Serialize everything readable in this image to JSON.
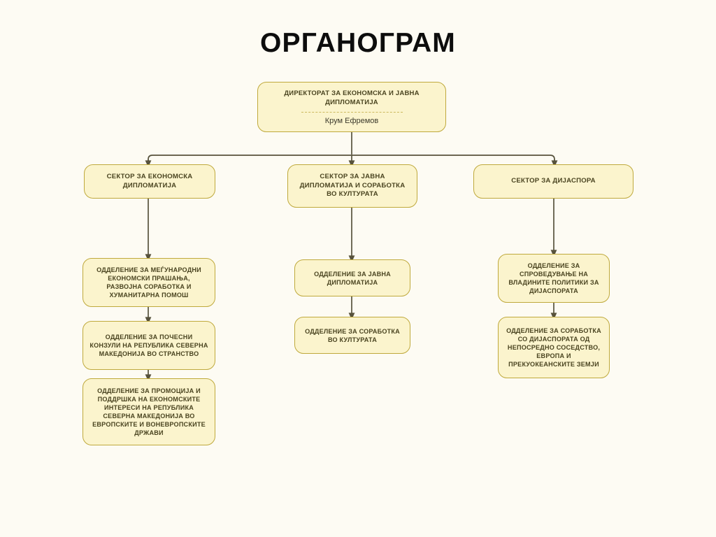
{
  "page": {
    "title": "ОРГАНОГРАМ",
    "background_color": "#fdfbf3",
    "node_fill_color": "#fbf4cd",
    "node_border_color": "#bfa93c",
    "connector_color": "#57523c",
    "title_color": "#0d0d0d",
    "node_text_color": "#4a4420"
  },
  "org": {
    "root": {
      "title": "ДИРЕКТОРАТ ЗА ЕКОНОМСКА И ЈАВНА ДИПЛОМАТИЈА",
      "person": "Крум Ефремов"
    },
    "sectors": [
      {
        "id": "economic-diplomacy",
        "title": "СЕКТОР ЗА ЕКОНОМСКА ДИПЛОМАТИЈА",
        "departments": [
          {
            "id": "international-economic-affairs",
            "title": "ОДДЕЛЕНИЕ ЗА МЕЃУНАРОДНИ ЕКОНОМСКИ ПРАШАЊА, РАЗВОЈНА СОРАБОТКА И ХУМАНИТАРНА ПОМОШ"
          },
          {
            "id": "honorary-consuls",
            "title": "ОДДЕЛЕНИЕ ЗА ПОЧЕСНИ КОНЗУЛИ НА РЕПУБЛИКА СЕВЕРНА МАКЕДОНИЈА ВО СТРАНСТВО"
          },
          {
            "id": "promotion-economic-interests",
            "title": "ОДДЕЛЕНИЕ ЗА ПРОМОЦИЈА И ПОДДРШКА НА ЕКОНОМСКИТЕ ИНТЕРЕСИ НА РЕПУБЛИКА СЕВЕРНА МАКЕДОНИЈА ВО ЕВРОПСКИТЕ И ВОНЕВРОПСКИТЕ ДРЖАВИ"
          }
        ]
      },
      {
        "id": "public-diplomacy-culture",
        "title": "СЕКТОР ЗА ЈАВНА ДИПЛОМАТИЈА И СОРАБОТКА ВО КУЛТУРАТА",
        "departments": [
          {
            "id": "public-diplomacy",
            "title": "ОДДЕЛЕНИЕ ЗА ЈАВНА ДИПЛОМАТИЈА"
          },
          {
            "id": "cultural-cooperation",
            "title": "ОДДЕЛЕНИЕ ЗА СОРАБОТКА ВО КУЛТУРАТА"
          }
        ]
      },
      {
        "id": "diaspora",
        "title": "СЕКТОР ЗА ДИЈАСПОРА",
        "departments": [
          {
            "id": "government-policies-diaspora",
            "title": "ОДДЕЛЕНИЕ ЗА СПРОВЕДУВАЊЕ НА ВЛАДИНИТЕ ПОЛИТИКИ ЗА ДИЈАСПОРАТА"
          },
          {
            "id": "diaspora-cooperation",
            "title": "ОДДЕЛЕНИЕ ЗА СОРАБОТКА СО ДИЈАСПОРАТА ОД НЕПОСРЕДНО СОСЕДСТВО, ЕВРОПА И ПРЕКУОКЕАНСКИТЕ ЗЕМЈИ"
          }
        ]
      }
    ]
  }
}
